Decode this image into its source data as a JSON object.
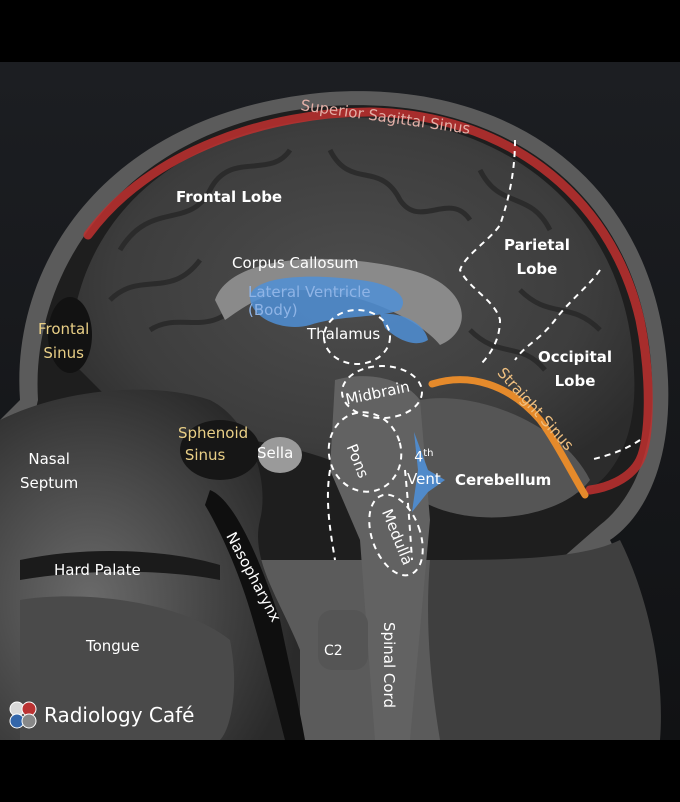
{
  "labels": {
    "superior_sagittal_sinus": "Superior Sagittal Sinus",
    "frontal_lobe": "Frontal Lobe",
    "parietal_lobe": [
      "Parietal",
      "Lobe"
    ],
    "corpus_callosum": "Corpus Callosum",
    "lateral_ventricle": [
      "Lateral Ventricle",
      "(Body)"
    ],
    "thalamus": "Thalamus",
    "frontal_sinus": [
      "Frontal",
      "Sinus"
    ],
    "occipital_lobe": [
      "Occipital",
      "Lobe"
    ],
    "midbrain": "Midbrain",
    "straight_sinus": "Straight Sinus",
    "sphenoid_sinus": [
      "Sphenoid",
      "Sinus"
    ],
    "sella": "Sella",
    "pons": "Pons",
    "fourth_vent": [
      "4",
      "th",
      "Vent"
    ],
    "cerebellum": "Cerebellum",
    "nasal_septum": [
      "Nasal",
      "Septum"
    ],
    "medulla": "Medulla",
    "hard_palate": "Hard Palate",
    "nasopharynx": "Nasopharynx",
    "tongue": "Tongue",
    "c2": "C2",
    "spinal_cord": "Spinal Cord"
  },
  "brand": {
    "name": "Radiology Café",
    "icon": "radiology-cafe-logo-icon"
  },
  "colors": {
    "sinus_red": "#c0302f",
    "straight_sinus_orange": "#e58a2b",
    "ventricle_blue": "#4f8fd6",
    "label_yellow": "#e9cf86",
    "label_white": "#ffffff"
  }
}
